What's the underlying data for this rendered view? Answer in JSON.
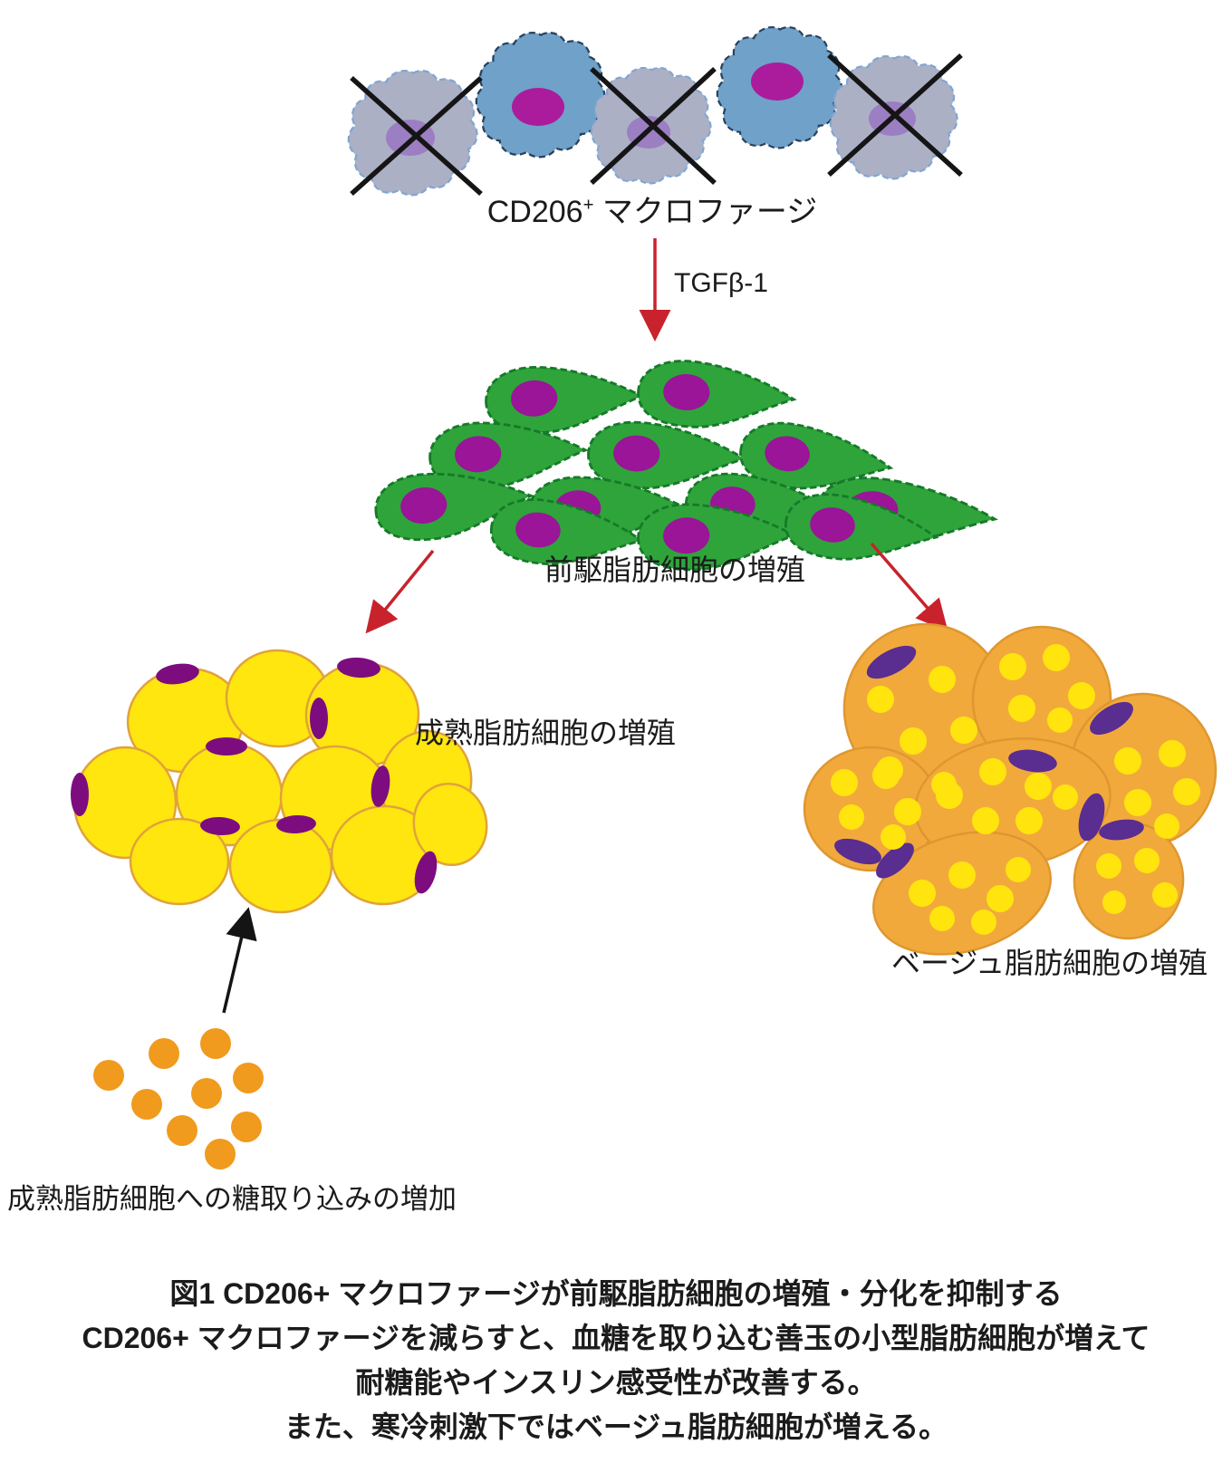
{
  "diagram": {
    "macrophage_label": {
      "prefix": "CD206",
      "sup": "+",
      "suffix": " マクロファージ"
    },
    "tgf_label": "TGFβ-1",
    "preadipocyte_label": "前駆脂肪細胞の増殖",
    "mature_label": "成熟脂肪細胞の増殖",
    "beige_label": "ベージュ脂肪細胞の増殖",
    "glucose_label": "成熟脂肪細胞への糖取り込みの増加"
  },
  "caption": {
    "lines": [
      "図1 CD206+ マクロファージが前駆脂肪細胞の増殖・分化を抑制する",
      "CD206+ マクロファージを減らすと、血糖を取り込む善玉の小型脂肪細胞が増えて",
      "耐糖能やインスリン感受性が改善する。",
      "また、寒冷刺激下ではベージュ脂肪細胞が増える。"
    ]
  },
  "colors": {
    "arrow_red": "#c8232c",
    "arrow_black": "#141414",
    "macrophage_gray_body": "#acb0c5",
    "macrophage_gray_nucleus": "#9c7ec2",
    "macrophage_blue_body": "#6fa1c9",
    "macrophage_blue_nucleus": "#ab1c9c",
    "preadipocyte_body": "#2fa43b",
    "preadipocyte_nucleus": "#9a1597",
    "mature_adipocyte_body": "#ffe60f",
    "mature_adipocyte_nucleus": "#7d0d7f",
    "beige_adipocyte_body": "#f2a93c",
    "beige_lipid_droplet": "#ffe40e",
    "beige_nucleus": "#5a2d90",
    "glucose_dot": "#f09a1e"
  }
}
